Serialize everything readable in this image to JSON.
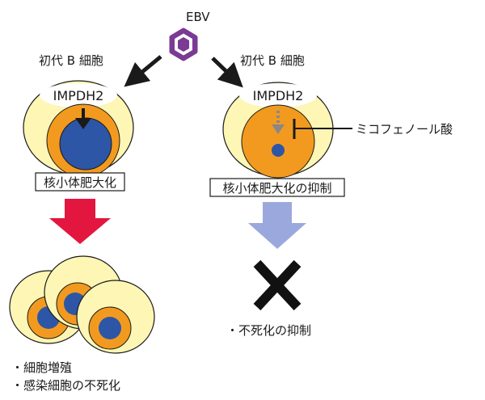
{
  "virus": {
    "label": "EBV"
  },
  "left": {
    "cell_label": "初代 B 細胞",
    "enzyme": "IMPDH2",
    "outcome_box": "核小体肥大化",
    "results": [
      "・細胞増殖",
      "・感染細胞の不死化"
    ]
  },
  "right": {
    "cell_label": "初代 B 細胞",
    "enzyme": "IMPDH2",
    "inhibitor": "ミコフェノール酸",
    "outcome_box": "核小体肥大化の抑制",
    "results": [
      "・不死化の抑制"
    ]
  },
  "colors": {
    "cell_fill": "#fdf6b5",
    "nucleus": "#f29a1f",
    "nucleolus": "#2e56a6",
    "virus": "#7b3a93",
    "red_arrow": "#e3163f",
    "blue_arrow": "#9aa8dd"
  }
}
